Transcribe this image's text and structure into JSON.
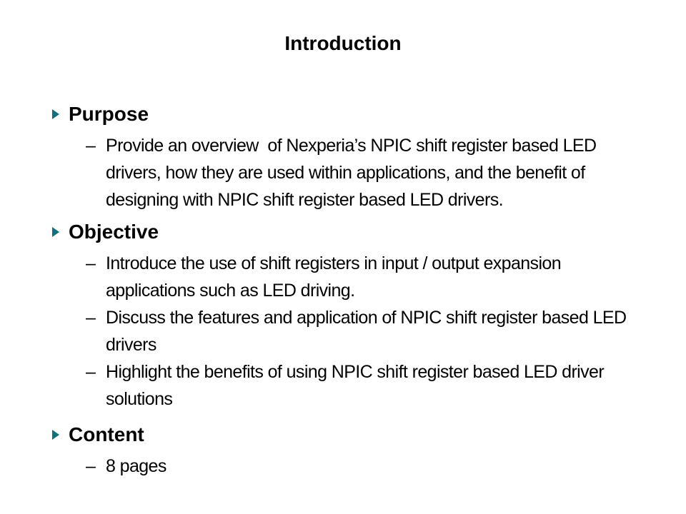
{
  "page": {
    "background_color": "#ffffff",
    "text_color": "#000000",
    "accent_color": "#11707c"
  },
  "title": "Introduction",
  "bullets": {
    "section_marker_icon": "triangle-right-icon",
    "item_marker": "–"
  },
  "sections": [
    {
      "heading": "Purpose",
      "items": [
        "Provide an overview  of Nexperia’s NPIC shift register based LED drivers, how they are used within applications, and the benefit of designing with NPIC shift register based LED drivers."
      ]
    },
    {
      "heading": "Objective",
      "items": [
        "Introduce the use of shift registers in input / output expansion applications such as LED driving.",
        "Discuss the features and application of NPIC shift register based LED drivers",
        "Highlight the benefits of using NPIC shift register based LED driver solutions"
      ]
    },
    {
      "heading": "Content",
      "items": [
        "8 pages"
      ]
    }
  ]
}
